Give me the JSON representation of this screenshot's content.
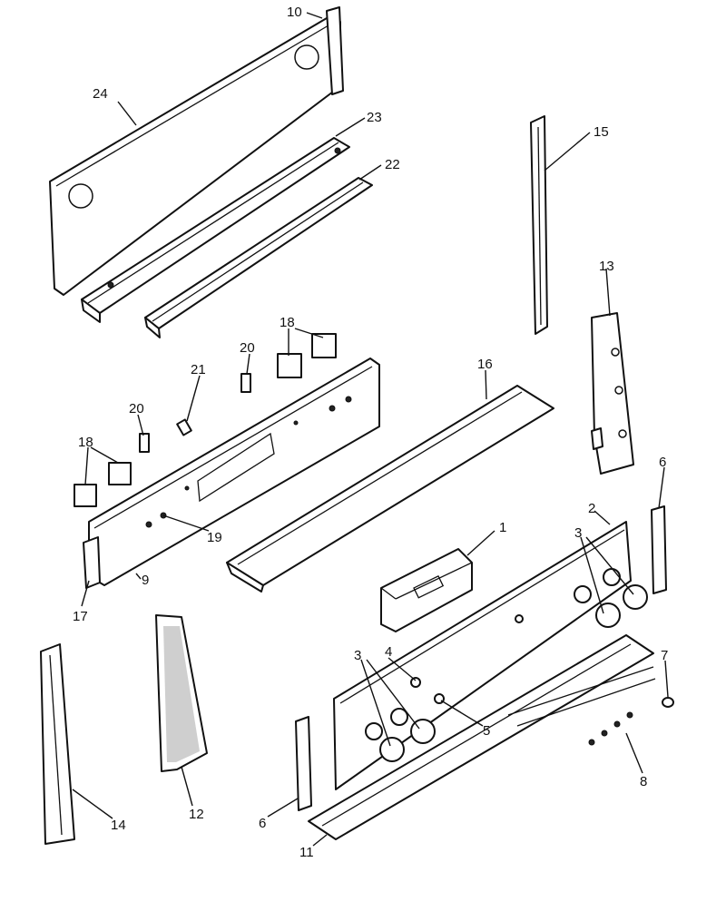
{
  "diagram": {
    "callouts": [
      {
        "key": "c1",
        "text": "1"
      },
      {
        "key": "c2",
        "text": "2"
      },
      {
        "key": "c3a",
        "text": "3"
      },
      {
        "key": "c3b",
        "text": "3"
      },
      {
        "key": "c4",
        "text": "4"
      },
      {
        "key": "c5",
        "text": "5"
      },
      {
        "key": "c6a",
        "text": "6"
      },
      {
        "key": "c6b",
        "text": "6"
      },
      {
        "key": "c7",
        "text": "7"
      },
      {
        "key": "c8",
        "text": "8"
      },
      {
        "key": "c9",
        "text": "9"
      },
      {
        "key": "c10",
        "text": "10"
      },
      {
        "key": "c11",
        "text": "11"
      },
      {
        "key": "c12",
        "text": "12"
      },
      {
        "key": "c13",
        "text": "13"
      },
      {
        "key": "c14",
        "text": "14"
      },
      {
        "key": "c15",
        "text": "15"
      },
      {
        "key": "c16",
        "text": "16"
      },
      {
        "key": "c17",
        "text": "17"
      },
      {
        "key": "c18a",
        "text": "18"
      },
      {
        "key": "c18b",
        "text": "18"
      },
      {
        "key": "c19",
        "text": "19"
      },
      {
        "key": "c20a",
        "text": "20"
      },
      {
        "key": "c20b",
        "text": "20"
      },
      {
        "key": "c21",
        "text": "21"
      },
      {
        "key": "c22",
        "text": "22"
      },
      {
        "key": "c23",
        "text": "23"
      },
      {
        "key": "c24",
        "text": "24"
      }
    ]
  }
}
